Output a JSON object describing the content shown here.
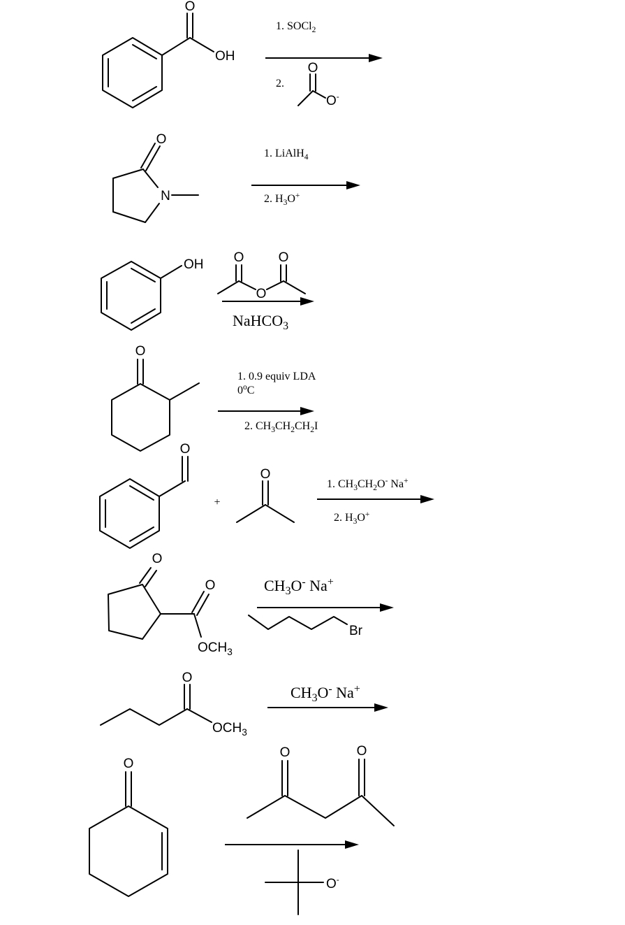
{
  "reactions": [
    {
      "reactant": {
        "OH": "OH",
        "O": "O"
      },
      "conditions": {
        "step1": {
          "pre": "1. SOCl",
          "sub": "2"
        },
        "step2_label": "2.",
        "step2_reagent": {
          "O": "O",
          "O_minus": "O",
          "charge": "-"
        }
      }
    },
    {
      "reactant": {
        "O": "O",
        "N": "N"
      },
      "conditions": {
        "step1": {
          "pre": "1. LiAlH",
          "sub": "4"
        },
        "step2": {
          "pre": "2. H",
          "sub": "3",
          "mid": "O",
          "sup": "+"
        }
      }
    },
    {
      "reactant": {
        "OH": "OH"
      },
      "conditions": {
        "anhydride": {
          "O1": "O",
          "O2": "O",
          "O_bridge": "O"
        },
        "reagent": {
          "pre": "NaHCO",
          "sub": "3"
        }
      }
    },
    {
      "reactant": {
        "O": "O"
      },
      "conditions": {
        "step1_line1": "1.  0.9 equiv LDA",
        "step1_line2": {
          "pre": "0",
          "sup": "o",
          "post": "C"
        },
        "step2": {
          "p1": "2. CH",
          "s1": "3",
          "p2": "CH",
          "s2": "2",
          "p3": "CH",
          "s3": "2",
          "p4": "I"
        }
      }
    },
    {
      "reactant": {
        "O": "O",
        "plus": "+",
        "O2": "O"
      },
      "conditions": {
        "step1": {
          "p1": "1. CH",
          "s1": "3",
          "p2": "CH",
          "s2": "2",
          "p3": "O",
          "sup1": "-",
          "p4": " Na",
          "sup2": "+"
        },
        "step2": {
          "pre": "2. H",
          "sub": "3",
          "mid": "O",
          "sup": "+"
        }
      }
    },
    {
      "reactant": {
        "O1": "O",
        "O2": "O",
        "OCH3": {
          "pre": "OCH",
          "sub": "3"
        }
      },
      "conditions": {
        "base": {
          "p1": "CH",
          "s1": "3",
          "p2": "O",
          "sup1": "-",
          "p3": " Na",
          "sup2": "+"
        },
        "alkyl_halide": {
          "Br": "Br"
        }
      }
    },
    {
      "reactant": {
        "O": "O",
        "OCH3": {
          "pre": "OCH",
          "sub": "3"
        }
      },
      "conditions": {
        "base": {
          "p1": "CH",
          "s1": "3",
          "p2": "O",
          "sup1": "-",
          "p3": " Na",
          "sup2": "+"
        }
      }
    },
    {
      "reactant": {
        "O": "O"
      },
      "conditions": {
        "diketone": {
          "O1": "O",
          "O2": "O"
        },
        "base": {
          "O": "O",
          "charge": "-"
        }
      }
    }
  ]
}
